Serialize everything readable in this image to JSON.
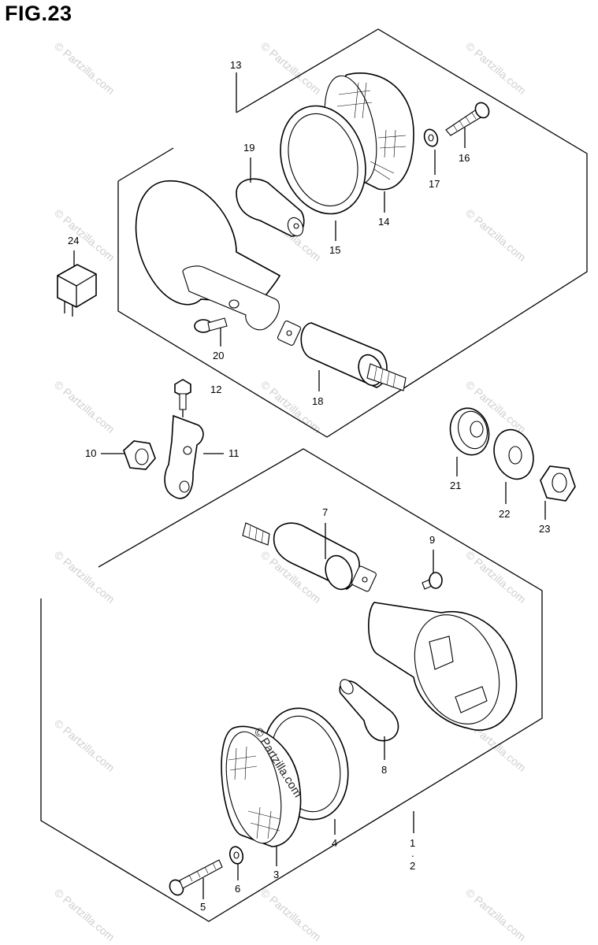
{
  "figure": {
    "title": "FIG.23"
  },
  "callouts": [
    {
      "id": "c13",
      "text": "13"
    },
    {
      "id": "c19",
      "text": "19"
    },
    {
      "id": "c16",
      "text": "16"
    },
    {
      "id": "c17",
      "text": "17"
    },
    {
      "id": "c14",
      "text": "14"
    },
    {
      "id": "c15",
      "text": "15"
    },
    {
      "id": "c24",
      "text": "24"
    },
    {
      "id": "c20",
      "text": "20"
    },
    {
      "id": "c18",
      "text": "18"
    },
    {
      "id": "c12",
      "text": "12"
    },
    {
      "id": "c10",
      "text": "10"
    },
    {
      "id": "c11",
      "text": "11"
    },
    {
      "id": "c21",
      "text": "21"
    },
    {
      "id": "c22",
      "text": "22"
    },
    {
      "id": "c23",
      "text": "23"
    },
    {
      "id": "c7",
      "text": "7"
    },
    {
      "id": "c9",
      "text": "9"
    },
    {
      "id": "c4",
      "text": "4"
    },
    {
      "id": "c8",
      "text": "8"
    },
    {
      "id": "c3",
      "text": "3"
    },
    {
      "id": "c1",
      "text": "1"
    },
    {
      "id": "c2",
      "text": "2"
    },
    {
      "id": "c5",
      "text": "5"
    },
    {
      "id": "c6",
      "text": "6"
    }
  ],
  "watermark": {
    "text": "© Partzilla.com"
  }
}
